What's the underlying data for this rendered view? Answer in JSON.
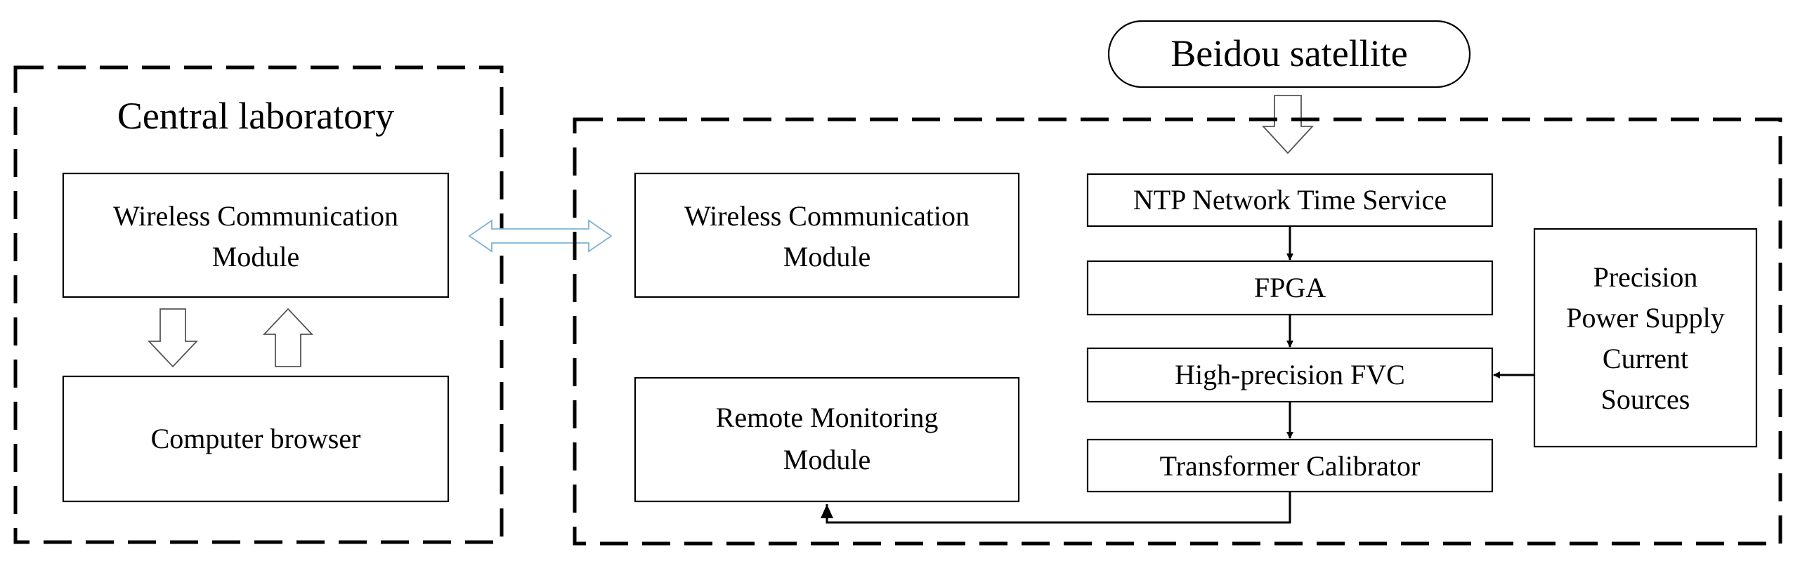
{
  "satellite": {
    "label": "Beidou satellite"
  },
  "central_lab": {
    "title": "Central laboratory",
    "wireless_module": [
      "Wireless Communication",
      "Module"
    ],
    "browser": "Computer browser"
  },
  "field_station": {
    "wireless_module": [
      "Wireless Communication",
      "Module"
    ],
    "remote_monitoring": [
      "Remote Monitoring",
      "Module"
    ],
    "ntp": "NTP Network Time Service",
    "fpga": "FPGA",
    "fvc": "High-precision FVC",
    "calibrator": "Transformer Calibrator",
    "power_supply": [
      "Precision",
      "Power Supply",
      "Current",
      "Sources"
    ]
  }
}
